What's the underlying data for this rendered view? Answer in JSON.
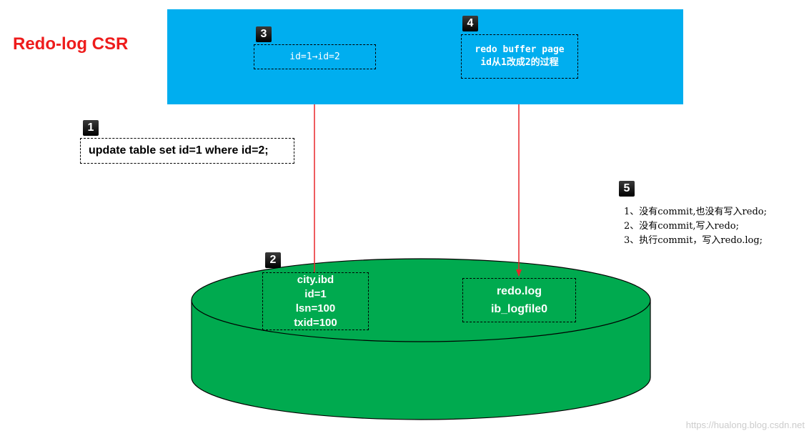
{
  "title": "Redo-log CSR",
  "steps": {
    "s1": {
      "number": "1",
      "text": "update table set id=1 where id=2;"
    },
    "s2": {
      "number": "2",
      "lines": [
        "city.ibd",
        "id=1",
        "lsn=100",
        "txid=100"
      ]
    },
    "s3": {
      "number": "3",
      "text": "id=1→id=2"
    },
    "s4": {
      "number": "4",
      "line1": "redo buffer page",
      "line2": "id从1改成2的过程"
    },
    "s5": {
      "number": "5",
      "notes": [
        "1、没有commit,也没有写入redo;",
        "2、没有commit,写入redo;",
        "3、执行commit，写入redo.log;"
      ]
    }
  },
  "redo_file": {
    "line1": "redo.log",
    "line2": "ib_logfile0"
  },
  "watermark": "https://hualong.blog.csdn.net",
  "colors": {
    "memory_area": "#00aeef",
    "disk": "#00aa4f",
    "arrow": "#e8262a",
    "title": "#ee1c1c"
  }
}
